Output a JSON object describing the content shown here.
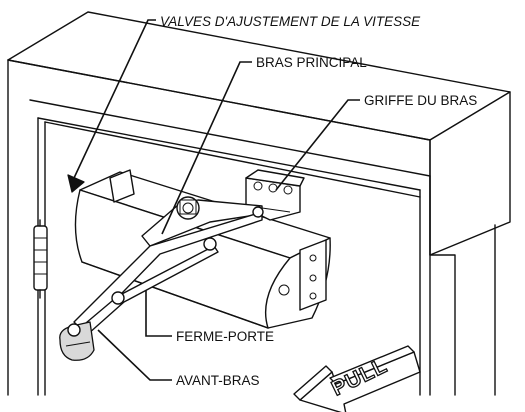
{
  "labels": {
    "speed_valves": "VALVES D'AJUSTEMENT DE LA VITESSE",
    "main_arm": "BRAS PRINCIPAL",
    "arm_bracket": "GRIFFE DU BRAS",
    "door_closer": "FERME-PORTE",
    "forearm": "AVANT-BRAS"
  },
  "sign": {
    "text": "PULL"
  }
}
